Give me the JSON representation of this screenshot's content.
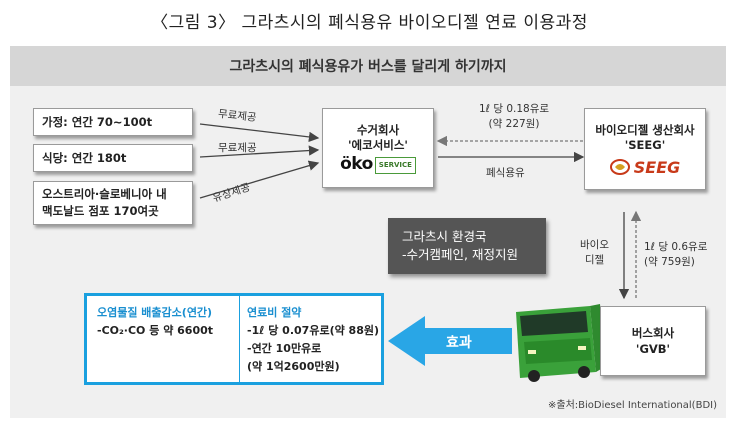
{
  "caption": "〈그림 3〉 그라츠시의 폐식용유 바이오디젤 연료 이용과정",
  "banner": "그라츠시의 폐식용유가 버스를 달리게 하기까지",
  "sources": [
    {
      "label": "가정: 연간 70~100t"
    },
    {
      "label": "식당: 연간 180t"
    },
    {
      "label1": "오스트리아·슬로베니아 내",
      "label2": "맥도날드 점포 170여곳"
    }
  ],
  "flows": {
    "free1": "무료제공",
    "free2": "무료제공",
    "paid": "유상제공",
    "price_top1": "1ℓ 당 0.18유로",
    "price_top2": "(약 227원)",
    "waste_oil": "폐식용유",
    "biodiesel1": "바이오",
    "biodiesel2": "디젤",
    "price_right1": "1ℓ 당 0.6유로",
    "price_right2": "(약 759원)",
    "effect": "효과"
  },
  "collector": {
    "title": "수거회사",
    "name": "'에코서비스'",
    "logo_main": "öko",
    "logo_sub": "SERVICE"
  },
  "producer": {
    "title": "바이오디젤 생산회사",
    "name": "'SEEG'",
    "logo": "SEEG"
  },
  "city": {
    "line1": "그라츠시 환경국",
    "line2": "-수거캠페인, 재정지원"
  },
  "bus": {
    "title": "버스회사",
    "name": "'GVB'"
  },
  "results": {
    "emission_title": "오염물질 배출감소(연간)",
    "emission_value": "-CO₂·CO 등 약 6600t",
    "fuel_title": "연료비 절약",
    "fuel_line1": "-1ℓ 당 0.07유로(약 88원)",
    "fuel_line2": "-연간 10만유로",
    "fuel_line3": "(약 1억2600만원)"
  },
  "source_note": "※출처:BioDiesel International(BDI)",
  "colors": {
    "accent_blue": "#1aa0df",
    "arrow_blue": "#29a6e6",
    "bus_green": "#3aa13a"
  }
}
